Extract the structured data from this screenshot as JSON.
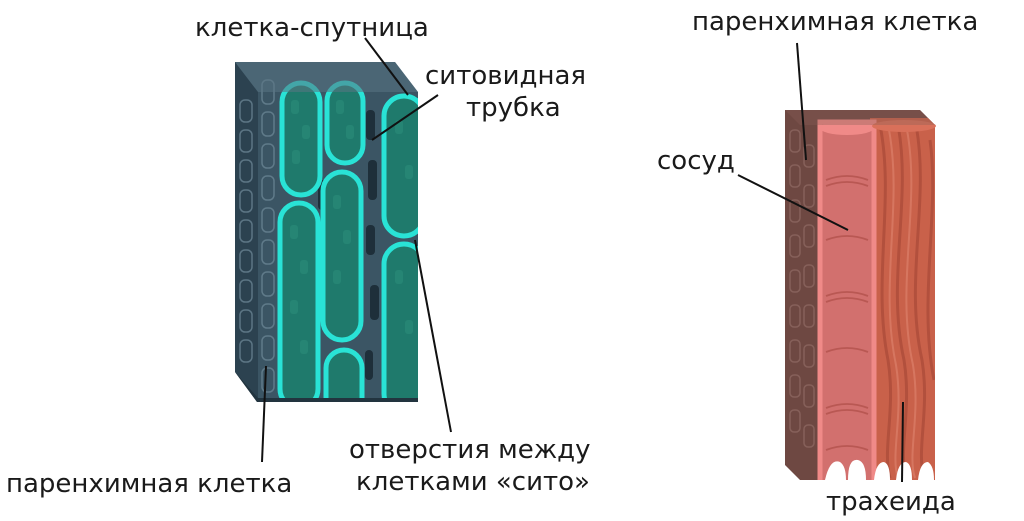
{
  "phloem": {
    "labels": {
      "companion_cell": "клетка-спутница",
      "sieve_tube_line1": "ситовидная",
      "sieve_tube_line2": "трубка",
      "parenchyma": "паренхимная клетка",
      "sieve_holes_line1": "отверстия между",
      "sieve_holes_line2": "клетками «сито»"
    }
  },
  "xylem": {
    "labels": {
      "parenchyma": "паренхимная клетка",
      "vessel": "сосуд",
      "tracheid": "трахеида"
    }
  },
  "colors": {
    "phloem_body": "#3b5564",
    "phloem_side": "#2c4250",
    "phloem_top": "#5a7584",
    "sieve_outline": "#29e3d6",
    "sieve_fill": "#1f7a6c",
    "xylem_body": "#6e4842",
    "xylem_top": "#8a5e56",
    "vessel_fill": "#d2706e",
    "vessel_outline": "#f08a88",
    "tracheid_fill": "#c9614a",
    "text": "#1a1a1a"
  }
}
